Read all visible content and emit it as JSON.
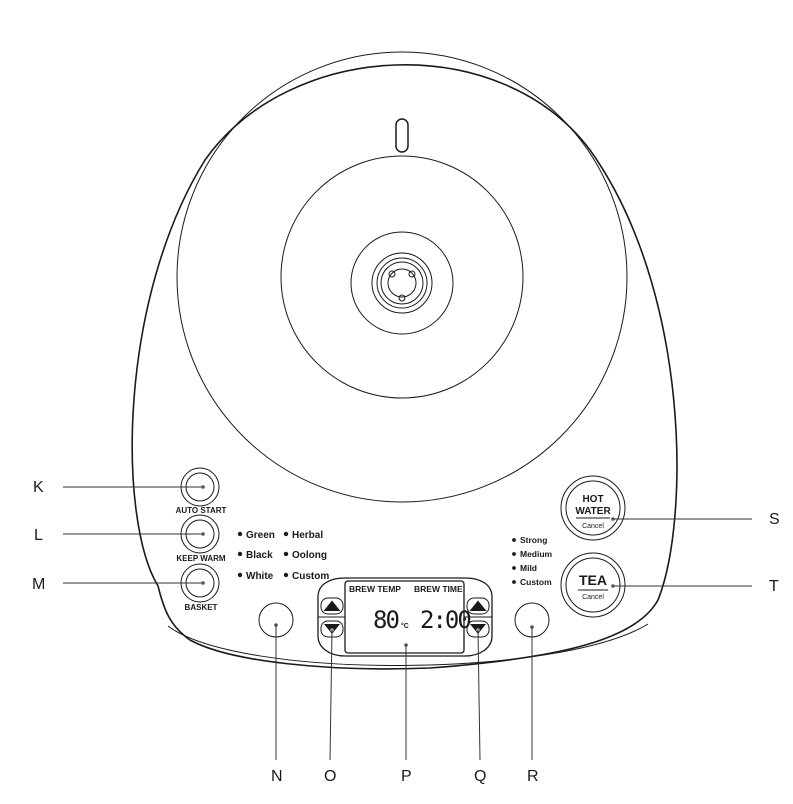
{
  "callouts": [
    "K",
    "L",
    "M",
    "N",
    "O",
    "P",
    "Q",
    "R",
    "S",
    "T"
  ],
  "buttons": {
    "auto_start": "AUTO START",
    "keep_warm": "KEEP WARM",
    "basket": "BASKET"
  },
  "tea_types": [
    "Green",
    "Herbal",
    "Black",
    "Oolong",
    "White",
    "Custom"
  ],
  "strengths": [
    "Strong",
    "Medium",
    "Mild",
    "Custom"
  ],
  "display": {
    "brew_temp_label": "BREW TEMP",
    "brew_time_label": "BREW TIME",
    "temp_value": "80",
    "temp_unit": "°C",
    "time_value": "2:00"
  },
  "hot_water": {
    "line1": "HOT",
    "line2": "WATER",
    "cancel": "Cancel"
  },
  "tea": {
    "label": "TEA",
    "cancel": "Cancel"
  },
  "colors": {
    "stroke": "#1a1a1a",
    "dot": "#555555"
  }
}
